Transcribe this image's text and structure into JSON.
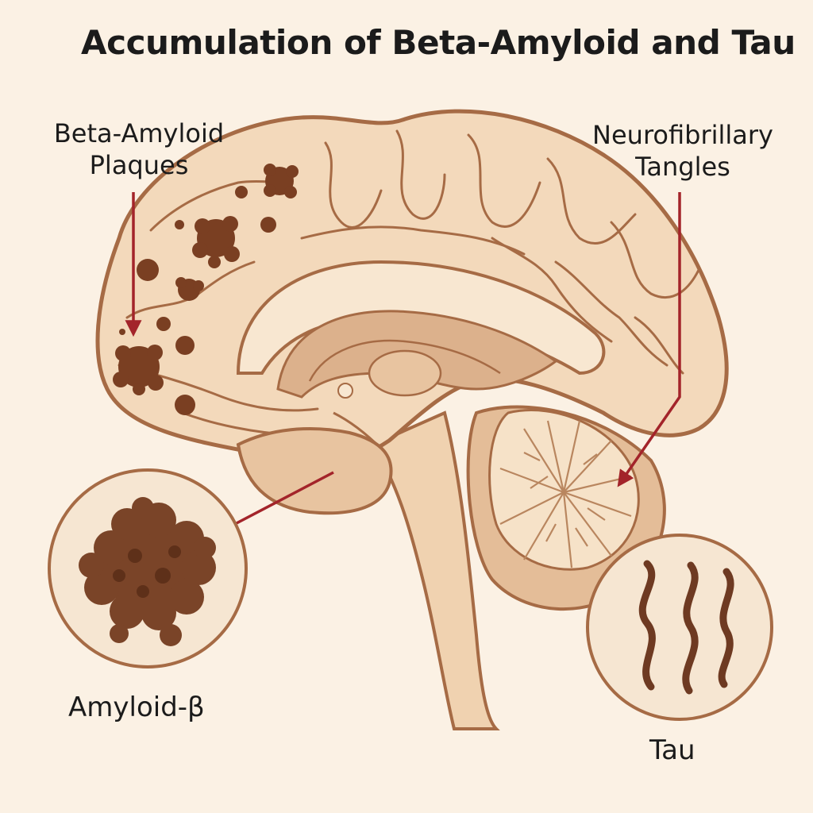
{
  "title": "Accumulation of Beta-Amyloid and Tau",
  "labels": {
    "plaques_line1": "Beta-Amyloid",
    "plaques_line2": "Plaques",
    "tangles_line1": "Neurofibrillary",
    "tangles_line2": "Tangles",
    "amyloid_inset": "Amyloid-β",
    "tau_inset": "Tau"
  },
  "colors": {
    "background": "#fbf1e4",
    "brain_fill": "#f3d9bb",
    "brain_outline": "#a66b45",
    "inner_fill": "#dcb18c",
    "plaque": "#7a3f22",
    "arrow": "#a3242a",
    "tau_fiber": "#6e3a22"
  }
}
